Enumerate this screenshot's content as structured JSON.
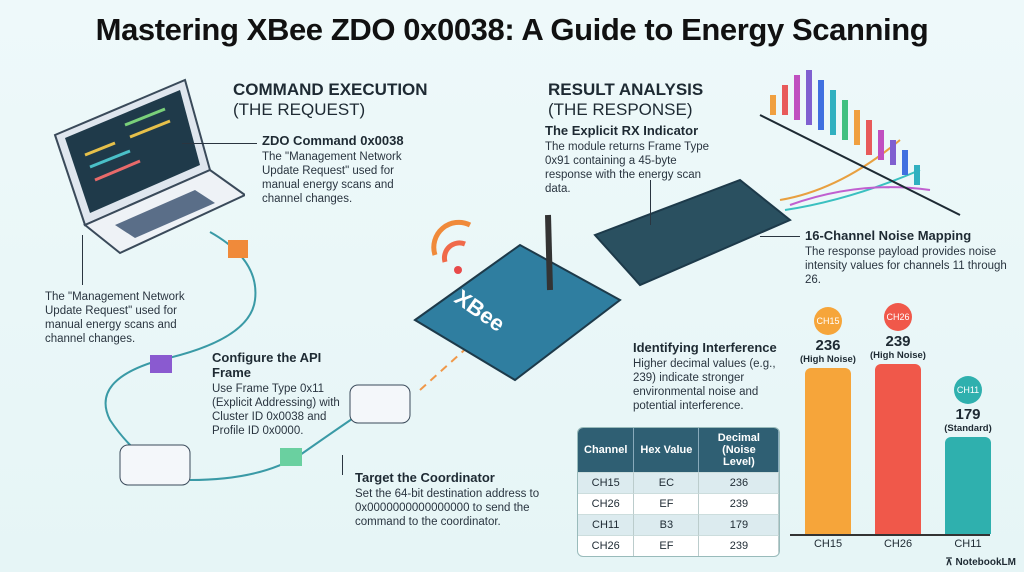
{
  "title": "Mastering XBee ZDO 0x0038: A Guide to Energy Scanning",
  "left": {
    "heading": "COMMAND EXECUTION",
    "sub": "(THE REQUEST)",
    "zdo": {
      "title": "ZDO Command 0x0038",
      "text": "The \"Management Network Update Request\" used for manual energy scans and channel changes."
    },
    "mgmt": {
      "text": "The \"Management Network Update Request\" used for manual energy scans and channel changes."
    },
    "api": {
      "title": "Configure the API Frame",
      "text": "Use Frame Type 0x11 (Explicit Addressing) with Cluster ID 0x0038 and Profile ID 0x0000."
    },
    "coord": {
      "title": "Target the Coordinator",
      "text": "Set the 64-bit destination address to 0x0000000000000000 to send the command to the coordinator."
    }
  },
  "right": {
    "heading": "RESULT ANALYSIS",
    "sub": "(THE RESPONSE)",
    "rx": {
      "title": "The Explicit RX Indicator",
      "text": "The module returns Frame Type 0x91 containing a 45-byte response with the energy scan data."
    },
    "noise": {
      "title": "16-Channel Noise Mapping",
      "text": "The response payload provides noise intensity values for channels 11 through 26."
    },
    "interf": {
      "title": "Identifying Interference",
      "text": "Higher decimal values (e.g., 239) indicate stronger environmental noise and potential interference."
    }
  },
  "device_label": "XBee",
  "table": {
    "headers": [
      "Channel",
      "Hex Value",
      "Decimal (Noise Level)"
    ],
    "rows": [
      [
        "CH15",
        "EC",
        "236"
      ],
      [
        "CH26",
        "EF",
        "239"
      ],
      [
        "CH11",
        "B3",
        "179"
      ],
      [
        "CH26",
        "EF",
        "239"
      ]
    ]
  },
  "chart_data": {
    "type": "bar",
    "categories": [
      "CH15",
      "CH26",
      "CH11"
    ],
    "values": [
      236,
      239,
      179
    ],
    "annotations": [
      "(High Noise)",
      "(High Noise)",
      "(Standard)"
    ],
    "colors": [
      "#f6a53a",
      "#f0584a",
      "#2fb0ae"
    ],
    "ylim": [
      0,
      260
    ]
  },
  "footer": "NotebookLM"
}
